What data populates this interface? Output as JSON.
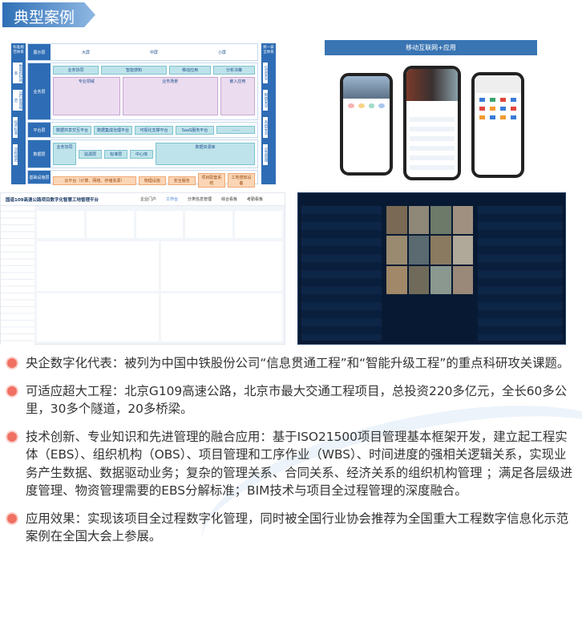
{
  "header": {
    "title": "典型案例"
  },
  "architecture": {
    "left_column": [
      "标准规范体系",
      "数据指标体系",
      "运行管理规范",
      "技术标准",
      "流程规范"
    ],
    "right_column": [
      "统一安全体系",
      "信息安全",
      "网络安全",
      "系统安全",
      "应急管理"
    ],
    "layers": [
      {
        "label": "展示层",
        "items": [
          "大屏",
          "中屏",
          "小屏"
        ]
      },
      {
        "label": "业务层",
        "items": [
          "业务协同",
          "智能感知",
          "移动应用",
          "分析决策",
          "专业领域",
          "业务场景",
          "嵌入应用"
        ]
      },
      {
        "label": "平台层",
        "items": [
          "数据共享交互平台",
          "数据集成治理平台",
          "可视化支撑平台",
          "SaaS服务平台",
          "……"
        ]
      },
      {
        "label": "数据层",
        "items": [
          "业务协同",
          "贴源层",
          "标准层",
          "中心库",
          "数据资源库"
        ]
      },
      {
        "label": "基础设施层",
        "items": [
          "云平台（计算、网络、存储资源）",
          "物理设施",
          "安全服务",
          "项目配套系统",
          "工地感知设备"
        ]
      }
    ]
  },
  "mobile": {
    "label": "移动互联网+应用"
  },
  "dashboard": {
    "title": "国道109高速公路项目数字化智慧工地管理平台",
    "nav": [
      "企业门户",
      "工作台",
      "分类信息管理",
      "综合看板",
      "考勤看板"
    ]
  },
  "bullets": [
    {
      "text": "央企数字化代表：被列为中国中铁股份公司“信息贯通工程”和“智能升级工程”的重点科研攻关课题。"
    },
    {
      "text": "可适应超大工程：北京G109高速公路，北京市最大交通工程项目，总投资220多亿元，全长60多公里，30多个隧道，20多桥梁。"
    },
    {
      "text": "技术创新、专业知识和先进管理的融合应用：基于ISO21500项目管理基本框架开发，建立起工程实体（EBS）、组织机构（OBS）、项目管理和工序作业（WBS）、时间进度的强相关逻辑关系，实现业务产生数据、数据驱动业务；复杂的管理关系、合同关系、经济关系的组织机构管理 ；满足各层级进度管理、物资管理需要的EBS分解标准；BIM技术与项目全过程管理的深度融合。"
    },
    {
      "text": "应用效果：实现该项目全过程数字化管理，同时被全国行业协会推荐为全国重大工程数字信息化示范案例在全国大会上参展。"
    }
  ],
  "colors": {
    "accent": "#2e6db5",
    "bullet": "#f07062"
  }
}
